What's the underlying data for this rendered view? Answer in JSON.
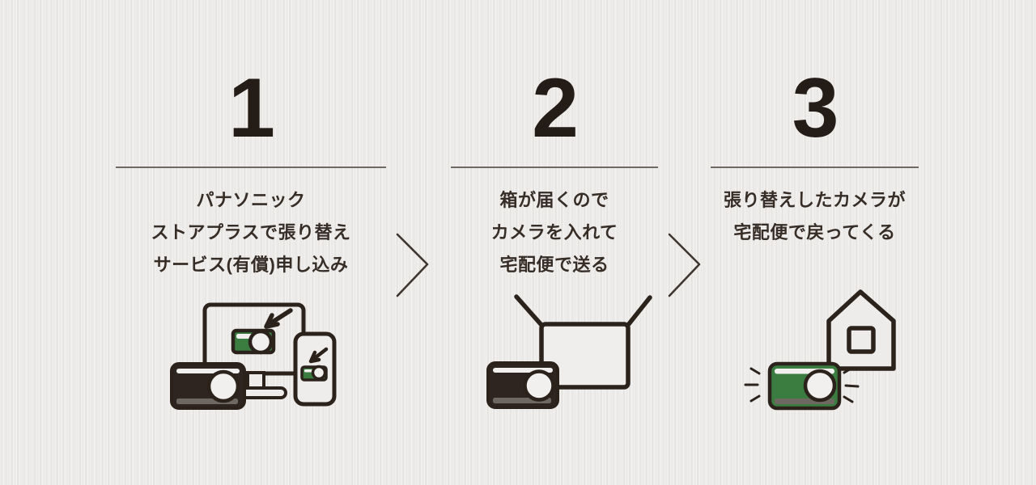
{
  "steps": [
    {
      "number": "1",
      "lines": [
        "パナソニック",
        "ストアプラスで張り替え",
        "サービス(有償)申し込み"
      ],
      "illustration": "pc-smartphone-order-camera"
    },
    {
      "number": "2",
      "lines": [
        "箱が届くので",
        "カメラを入れて",
        "宅配便で送る"
      ],
      "illustration": "camera-with-shipping-box"
    },
    {
      "number": "3",
      "lines": [
        "張り替えしたカメラが",
        "宅配便で戻ってくる"
      ],
      "illustration": "replaced-camera-back-home"
    }
  ],
  "separators": [
    {
      "icon": "chevron-right-icon"
    },
    {
      "icon": "chevron-right-icon"
    }
  ],
  "colors": {
    "background": "#edebe9",
    "ink": "#2b221c",
    "number": "#241c17",
    "text": "#362d27",
    "divider": "#6f6963",
    "accent_green": "#3b7c41",
    "camera_dark": "#2e2520",
    "strip_gray": "#6e6862",
    "paper_light": "#f1f0ee"
  }
}
